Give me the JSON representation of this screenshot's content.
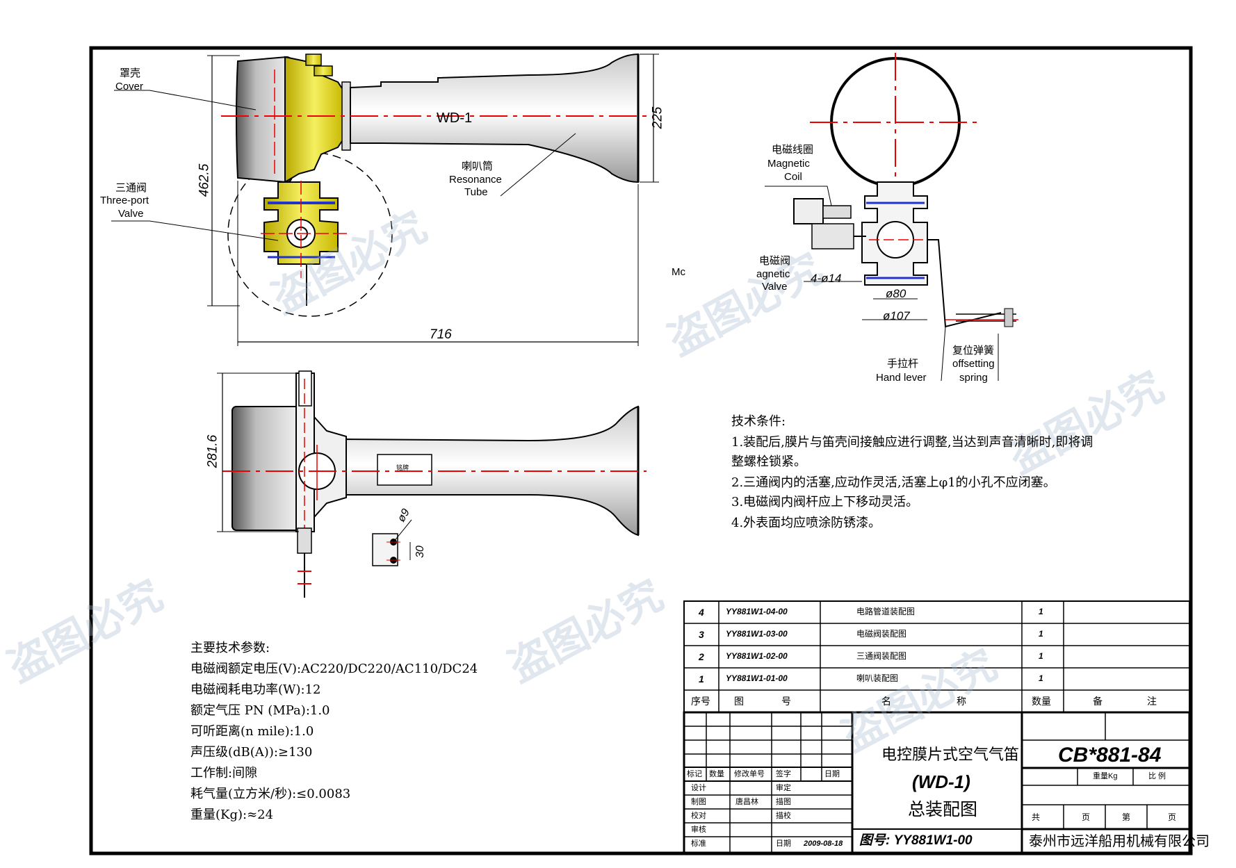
{
  "elevation": {
    "cover_cn": "罩壳",
    "cover_en": "Cover",
    "model": "WD-1",
    "valve_cn": "三通阀",
    "valve_en_1": "Three-port",
    "valve_en_2": "Valve",
    "tube_cn": "喇叭筒",
    "tube_en_1": "Resonance",
    "tube_en_2": "Tube",
    "dim_height": "462.5",
    "dim_bell": "225",
    "dim_length": "716"
  },
  "side_view": {
    "coil_cn": "电磁线圈",
    "coil_en_1": "Magnetic",
    "coil_en_2": "Coil",
    "mvalve_cn": "电磁阀",
    "mvalve_en_1": "agnetic",
    "mvalve_en_2": "Valve",
    "holes": "4-ø14",
    "d80": "ø80",
    "d107": "ø107",
    "lever_cn": "手拉杆",
    "lever_en": "Hand lever",
    "spring_cn": "复位弹簧",
    "spring_en_1": "offsetting",
    "spring_en_2": "spring",
    "partial_1": "Mc"
  },
  "plan_view": {
    "dim_281": "281.6",
    "dim_9": "ø9",
    "dim_30": "30",
    "plate": "铭牌"
  },
  "tech_conditions": {
    "heading": "技术条件:",
    "items": [
      "1.装配后,膜片与笛壳间接触应进行调整,当达到声音清晰时,即将调",
      "整螺栓锁紧。",
      "2.三通阀内的活塞,应动作灵活,活塞上φ1的小孔不应闭塞。",
      "3.电磁阀内阀杆应上下移动灵活。",
      "4.外表面均应喷涂防锈漆。"
    ]
  },
  "main_params": {
    "heading": "主要技术参数:",
    "items": [
      "电磁阀额定电压(V):AC220/DC220/AC110/DC24",
      "电磁阀耗电功率(W):12",
      "额定气压 PN (MPa):1.0",
      "可听距离(n mile):1.0",
      "声压级(dB(A)):≥130",
      "工作制:间隙",
      "耗气量(立方米/秒):≤0.0083",
      "重量(Kg):≈24"
    ]
  },
  "parts_list": {
    "rows": [
      {
        "no": "4",
        "code": "YY881W1-04-00",
        "name": "电路管道装配图",
        "qty": "1"
      },
      {
        "no": "3",
        "code": "YY881W1-03-00",
        "name": "电磁阀装配图",
        "qty": "1"
      },
      {
        "no": "2",
        "code": "YY881W1-02-00",
        "name": "三通阀装配图",
        "qty": "1"
      },
      {
        "no": "1",
        "code": "YY881W1-01-00",
        "name": "喇叭装配图",
        "qty": "1"
      }
    ],
    "header": {
      "no": "序号",
      "code_1": "图",
      "code_2": "号",
      "name_1": "名",
      "name_2": "称",
      "qty": "数量",
      "remark_1": "备",
      "remark_2": "注"
    }
  },
  "title_block": {
    "title_line1": "电控膜片式空气气笛",
    "title_line2": "(WD-1)",
    "title_line3": "总装配图",
    "standard": "CB*881-84",
    "drawing_no": "图号: YY881W1-00",
    "company": "泰州市远洋船用机械有限公司",
    "weight": "重量Kg",
    "scale": "比 例",
    "total": "共",
    "page": "页",
    "sheet": "第",
    "page2": "页",
    "rev_mark": "标记",
    "rev_qty": "数量",
    "rev_doc": "修改单号",
    "rev_sign": "签字",
    "rev_date": "日期",
    "design": "设计",
    "drawn": "制图",
    "drafter": "唐昌林",
    "check": "校对",
    "audit": "审核",
    "standardize": "标准",
    "approve": "审定",
    "trace": "描图",
    "trace_check": "描校",
    "date": "日期",
    "date_val": "2009-08-18"
  },
  "watermark": "盗图必究"
}
